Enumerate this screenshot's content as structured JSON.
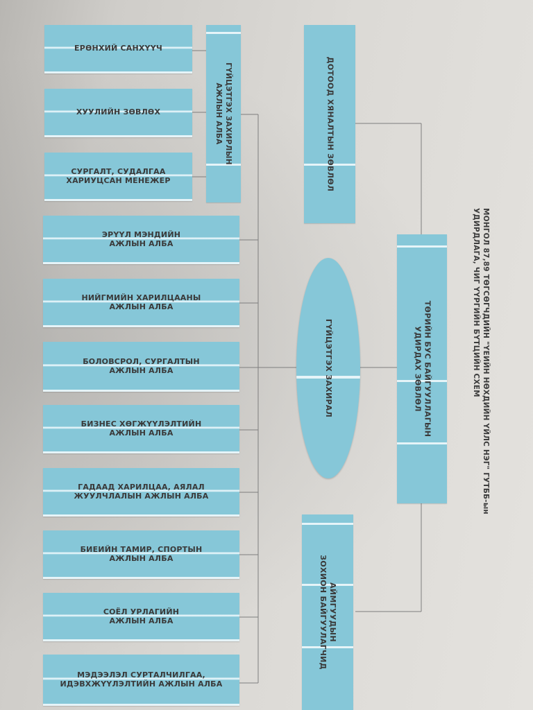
{
  "title": {
    "line1": "МОНГОЛ 87,89 ТӨГСӨГЧДИЙН \"ҮЕИЙН НӨХДИЙН ҮЙЛС НЭГ\" ГУТББ-ын",
    "line2": "УДИРДЛАГА, ЧИГ ҮҮРГИЙН БҮТЦИЙН СХЕМ"
  },
  "boxes": {
    "board": [
      "ТӨРИЙН БУС БАЙГУУЛЛАГЫН",
      "УДИРДАХ ЗӨВЛӨЛ"
    ],
    "internal_audit": "ДОТООД ХЯНАЛТЫН ЗӨВЛӨЛ",
    "aimag": [
      "АЙМГУУДЫН",
      "ЗОХИОН БАЙГУУЛАГЧИД"
    ],
    "executive": "ГҮЙЦЭТГЭХ ЗАХИРАЛ",
    "exec_office": [
      "ГҮЙЦЭТГЭХ ЗАХИРЛЫН",
      "АЖЛЫН АЛБА"
    ],
    "units": [
      [
        "ЕРӨНХИЙ САНХҮҮЧ"
      ],
      [
        "ХУУЛИЙН ЗӨВЛӨХ"
      ],
      [
        "СУРГАЛТ, СУДАЛГАА",
        "ХАРИУЦСАН МЕНЕЖЕР"
      ],
      [
        "ЭРҮҮЛ МЭНДИЙН",
        "АЖЛЫН АЛБА"
      ],
      [
        "НИЙГМИЙН ХАРИЛЦААНЫ",
        "АЖЛЫН АЛБА"
      ],
      [
        "БОЛОВСРОЛ, СУРГАЛТЫН",
        "АЖЛЫН АЛБА"
      ],
      [
        "БИЗНЕС ХӨГЖҮҮЛЭЛТИЙН",
        "АЖЛЫН АЛБА"
      ],
      [
        "ГАДААД ХАРИЛЦАА, АЯЛАЛ",
        "ЖУУЛЧЛАЛЫН АЖЛЫН АЛБА"
      ],
      [
        "БИЕИЙН ТАМИР, СПОРТЫН",
        "АЖЛЫН АЛБА"
      ],
      [
        "СОЁЛ УРЛАГИЙН",
        "АЖЛЫН АЛБА"
      ],
      [
        "МЭДЭЭЛЭЛ СУРТАЛЧИЛГАА,",
        "ИДЭВХЖҮҮЛЭЛТИЙН АЖЛЫН АЛБА"
      ]
    ]
  },
  "colors": {
    "box": "#86c7d8",
    "stripe": "#e6f4f8",
    "text": "#3a3a3a",
    "line": "#7a7a7a"
  }
}
